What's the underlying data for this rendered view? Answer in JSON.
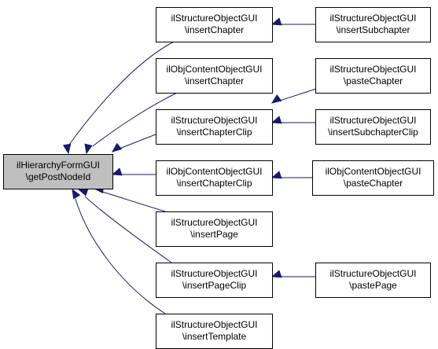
{
  "diagram": {
    "colors": {
      "edge": "#191970",
      "root_fill": "#bfbfbf",
      "node_fill": "#ffffff",
      "border": "#000000"
    },
    "nodes": {
      "root": [
        "ilHierarchyFormGUI",
        "\\getPostNodeId"
      ],
      "sog_ic": [
        "ilStructureObjectGUI",
        "\\insertChapter"
      ],
      "sog_isc": [
        "ilStructureObjectGUI",
        "\\insertSubchapter"
      ],
      "ocog_ic": [
        "ilObjContentObjectGUI",
        "\\insertChapter"
      ],
      "sog_pc": [
        "ilStructureObjectGUI",
        "\\pasteChapter"
      ],
      "sog_icc": [
        "ilStructureObjectGUI",
        "\\insertChapterClip"
      ],
      "sog_iscc": [
        "ilStructureObjectGUI",
        "\\insertSubchapterClip"
      ],
      "ocog_icc": [
        "ilObjContentObjectGUI",
        "\\insertChapterClip"
      ],
      "ocog_pc": [
        "ilObjContentObjectGUI",
        "\\pasteChapter"
      ],
      "sog_ip": [
        "ilStructureObjectGUI",
        "\\insertPage"
      ],
      "sog_ipc": [
        "ilStructureObjectGUI",
        "\\insertPageClip"
      ],
      "sog_pp": [
        "ilStructureObjectGUI",
        "\\pastePage"
      ],
      "sog_it": [
        "ilStructureObjectGUI",
        "\\insertTemplate"
      ]
    },
    "edges": [
      {
        "from": "sog_ic",
        "to": "root"
      },
      {
        "from": "ocog_ic",
        "to": "root"
      },
      {
        "from": "sog_icc",
        "to": "root"
      },
      {
        "from": "ocog_icc",
        "to": "root"
      },
      {
        "from": "sog_ip",
        "to": "root"
      },
      {
        "from": "sog_ipc",
        "to": "root"
      },
      {
        "from": "sog_it",
        "to": "root"
      },
      {
        "from": "sog_isc",
        "to": "sog_ic"
      },
      {
        "from": "sog_pc",
        "to": "sog_icc"
      },
      {
        "from": "sog_iscc",
        "to": "sog_icc"
      },
      {
        "from": "ocog_pc",
        "to": "ocog_icc"
      },
      {
        "from": "sog_pp",
        "to": "sog_ipc"
      }
    ]
  }
}
